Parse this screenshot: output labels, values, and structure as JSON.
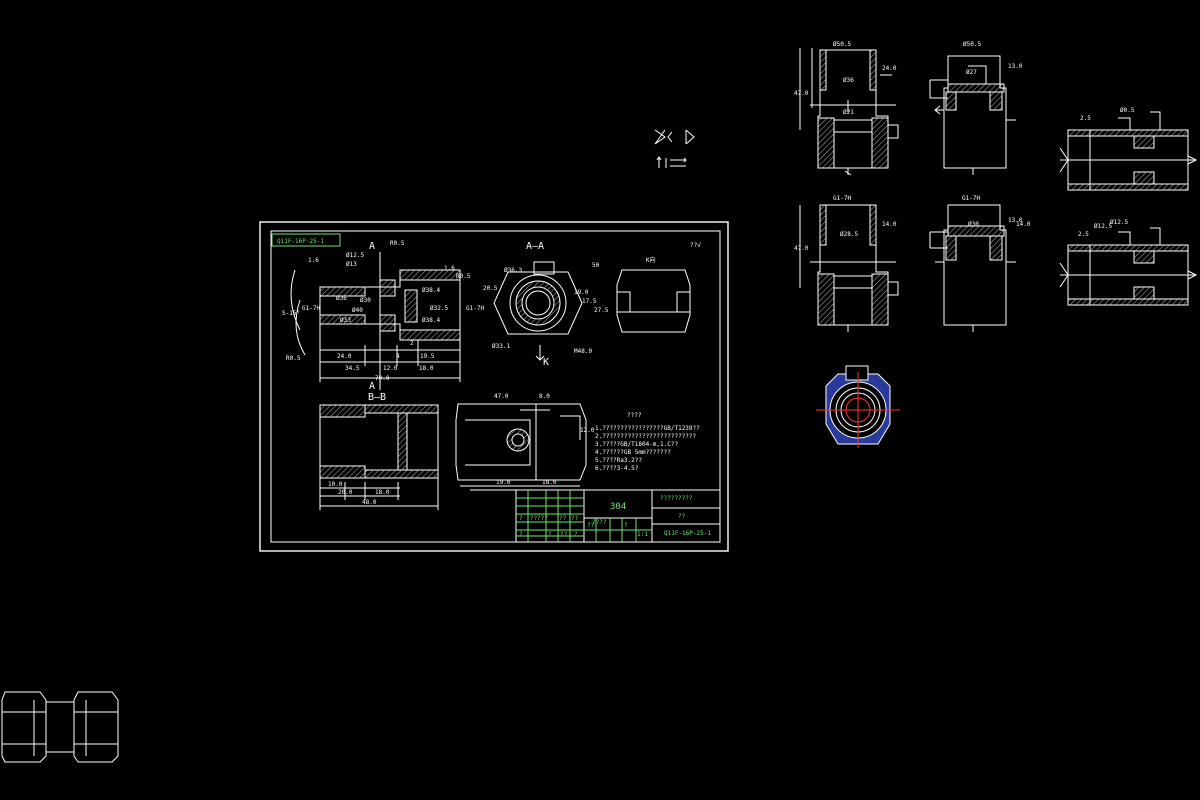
{
  "colors": {
    "background": "#000000",
    "lines": "#ffffff",
    "green_text": "#6fe36f",
    "blue_fill": "#2a3a9a",
    "red_centerline": "#ff3030"
  },
  "sheet": {
    "part_code_box": "Q11F-16P-25-1",
    "roughness_note": "??√",
    "view_label_top": "A",
    "view_label_bottom": "A",
    "section_aa": "A—A",
    "section_bb": "B—B",
    "view_k": "K向",
    "label_k": "K",
    "tech_req_title": "????",
    "tech_req_lines": [
      "1.?????????????????GB/T1239??",
      "2.??????????????????????????",
      "3.?????GB/T1804-m,1.C??",
      "4.??????GB 5mm???????",
      "5.????Ra3.2??",
      "6.????3-4.5?"
    ]
  },
  "dims_front": [
    "1.6",
    "Ø12.5",
    "Ø13",
    "R0.5",
    "R0.5",
    "1.6",
    "G1-7H",
    "G1-7H",
    "Ø36",
    "Ø40",
    "Ø38.4",
    "Ø38.4",
    "Ø33",
    "Ø30",
    "Ø32.5",
    "24.0",
    "19.5",
    "4",
    "2",
    "34.5",
    "12.0",
    "18.0",
    "70.0",
    "R0.5",
    "S-15°"
  ],
  "dims_aa": [
    "Ø36.3",
    "50",
    "19.0",
    "17.5",
    "27.5",
    "Ø33.1",
    "M48.0",
    "20.5"
  ],
  "dims_bb": [
    "10.0",
    "20.0",
    "18.0",
    "48.0"
  ],
  "dims_side": [
    "47.0",
    "8.0",
    "19.0",
    "18.0",
    "12.0"
  ],
  "title_block": {
    "material": "304",
    "drawing_name": "?????????",
    "scale": "??",
    "drawing_no": "Q11F-16P-25-1",
    "grid": [
      "?",
      "??",
      "???",
      "??",
      "??",
      "?",
      "?",
      "??",
      "?",
      "??",
      "????",
      "?",
      "1:1"
    ]
  },
  "dims_right_views": [
    "Ø50.5",
    "Ø36",
    "47.0",
    "24.0",
    "Ø21",
    "Ø50.5",
    "Ø27",
    "13.0",
    "G1-7H",
    "Ø28.5",
    "14.0",
    "47.0",
    "G1-7H",
    "Ø30",
    "13.0",
    "14.0",
    "2.5",
    "Ø0.5",
    "Ø12.5",
    "2.5",
    "Ø12.5"
  ]
}
